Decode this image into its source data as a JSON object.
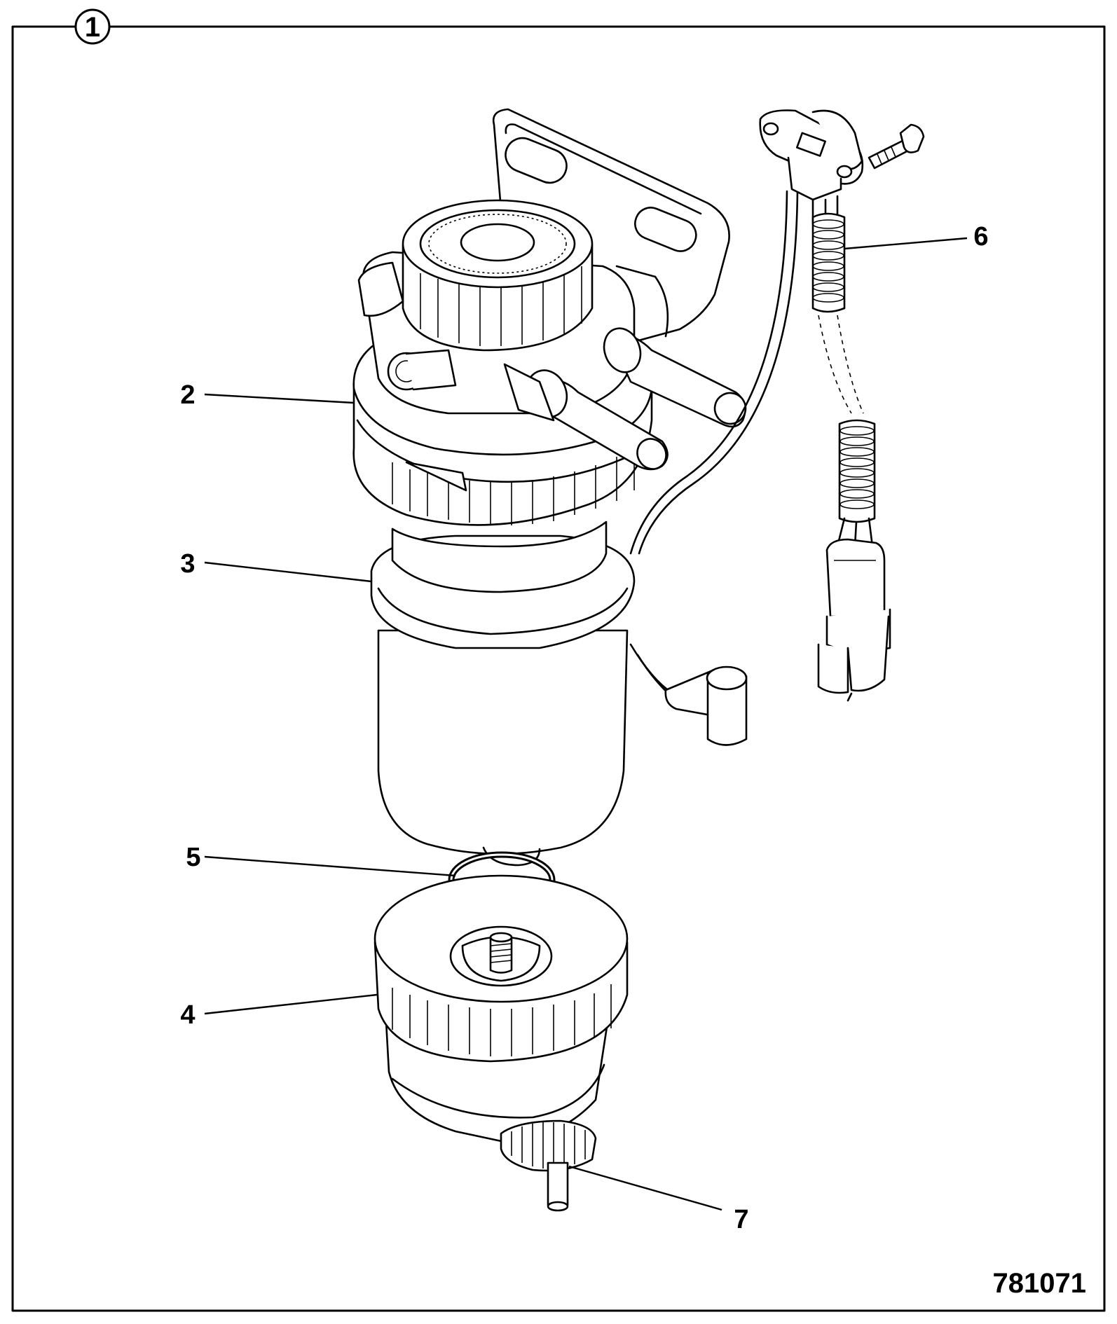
{
  "figure": {
    "number": "1",
    "reference": "781071"
  },
  "callouts": [
    {
      "id": "2",
      "label": "2"
    },
    {
      "id": "3",
      "label": "3"
    },
    {
      "id": "4",
      "label": "4"
    },
    {
      "id": "5",
      "label": "5"
    },
    {
      "id": "6",
      "label": "6"
    },
    {
      "id": "7",
      "label": "7"
    }
  ]
}
